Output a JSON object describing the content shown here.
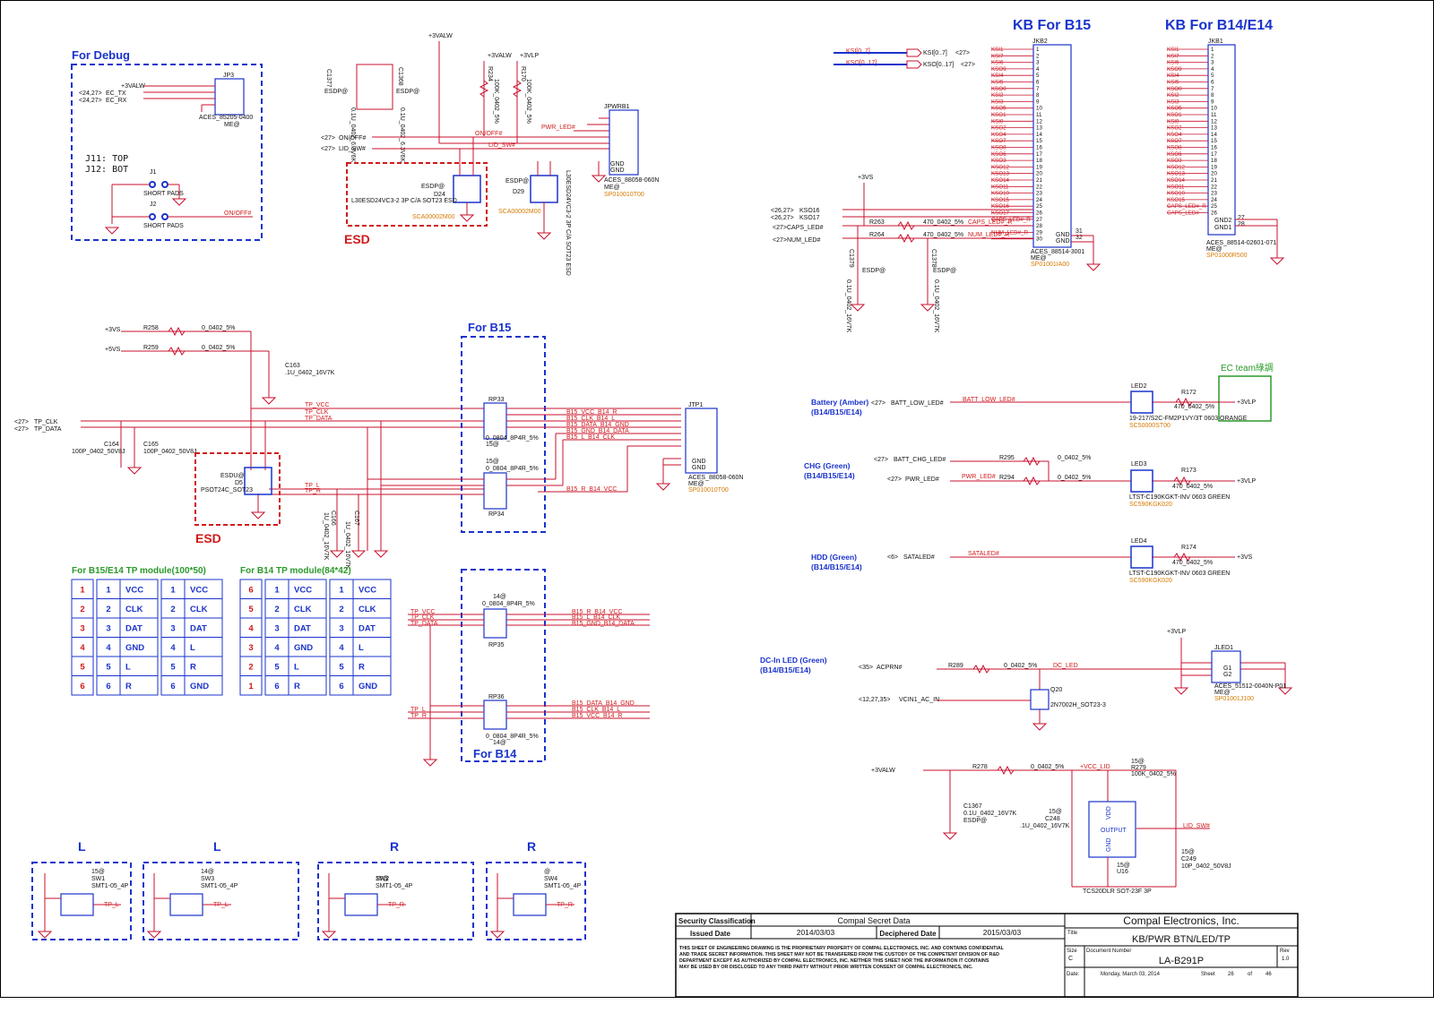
{
  "sections": {
    "debug": "For Debug",
    "kb_b15": "KB For B15",
    "kb_b14": "KB For B14/E14",
    "esd1": "ESD",
    "esd2": "ESD",
    "for_b15": "For B15",
    "for_b14": "For B14",
    "tp_b15_e14": "For B15/E14 TP module(100*50)",
    "tp_b14": "For B14 TP module(84*42)",
    "ec_team": "EC team綠調"
  },
  "debug": {
    "jp3": "JP3",
    "jp3_part": "ACES_85205-0400",
    "jp3_me": "ME@",
    "ec_tx": "EC_TX",
    "ec_rx": "EC_RX",
    "ref1": "<24,27>",
    "ref2": "<24,27>",
    "v3valw": "+3VALW",
    "note1": "J11: TOP",
    "note2": "J12: BOT",
    "j1": "J1",
    "j2": "J2",
    "short1": "SHORT PADS",
    "short2": "SHORT PADS",
    "onoff": "ON/OFF#"
  },
  "power": {
    "v3valw": "+3VALW",
    "v3valw2": "+3VALW",
    "v3vlp": "+3VLP",
    "c1377": "C1377",
    "c1368": "C1368",
    "esdp1": "ESDP@",
    "esdp2": "ESDP@",
    "cap_val1": "0.1U_0402_6.3V6K",
    "cap_val2": "0.1U_0402_6.3V6K",
    "r234": "R234",
    "r170": "R170",
    "r_val1": "100K_0402_5%",
    "r_val2": "100K_0402_5%",
    "onoff_ref": "<27>",
    "onoff": "ON/OFF#",
    "lidsw_ref": "<27>",
    "lidsw": "LID_SW#",
    "net_onoff": "ON/OFF#",
    "net_lidsw": "LID_SW#",
    "pwr_led": "PWR_LED#",
    "jpwrb1": "JPWRB1",
    "jpwrb1_part": "ACES_88058-060N",
    "jpwrb1_me": "ME@",
    "jpwrb1_sp": "SP010010T00",
    "gnd1": "GND",
    "gnd2": "GND",
    "d24_esdp": "ESDP@",
    "d24": "D24",
    "d24_part": "L30ESD24VC3-2 3P C/A SOT23 ESD",
    "d24_sca": "SCA00002M00",
    "d29_esdp": "ESDP@",
    "d29": "D29",
    "d29_sca": "SCA00002M00",
    "d29_part": "L30ESD24VC3-2 3P C/A SOT23 ESD"
  },
  "kb15": {
    "ksi_bus": "KSI[0..7]",
    "kso_bus": "KSO[0..17]",
    "ksi_lbl": "KSI[0..7]",
    "kso_lbl": "KSO[0..17]",
    "ref1": "<27>",
    "ref2": "<27>",
    "jkb2": "JKB2",
    "pins": [
      "KSI1",
      "KSI7",
      "KSI6",
      "KSO9",
      "KSI4",
      "KSI5",
      "KSO0",
      "KSI2",
      "KSI3",
      "KSO5",
      "KSO1",
      "KSI0",
      "KSO2",
      "KSO4",
      "KSO7",
      "KSO8",
      "KSO6",
      "KSO3",
      "KSO12",
      "KSO13",
      "KSO14",
      "KSO11",
      "KSO10",
      "KSO15",
      "KSO16",
      "KSO17",
      "CAPS_LED#_R",
      "",
      "NUM_LED#_R",
      ""
    ],
    "nums": [
      "1",
      "2",
      "3",
      "4",
      "5",
      "6",
      "7",
      "8",
      "9",
      "10",
      "11",
      "12",
      "13",
      "14",
      "15",
      "16",
      "17",
      "18",
      "19",
      "20",
      "21",
      "22",
      "23",
      "24",
      "25",
      "26",
      "27",
      "28",
      "29",
      "30"
    ],
    "gnd1": "GND",
    "gnd2": "GND",
    "p31": "31",
    "p32": "32",
    "part": "ACES_88514-3001",
    "me": "ME@",
    "sp": "SP01001IA00",
    "v3vs": "+3VS",
    "kso16_ref": "<26,27>",
    "kso16": "KSO16",
    "kso17_ref": "<26,27>",
    "kso17": "KSO17",
    "caps_ref": "<27>",
    "caps": "CAPS_LED#",
    "num_ref": "<27>",
    "num": "NUM_LED#",
    "r263": "R263",
    "r264": "R264",
    "r263_val": "470_0402_5%",
    "r264_val": "470_0402_5%",
    "net_caps": "CAPS_LED#_R",
    "net_num": "NUM_LED#_R",
    "c1379": "C1379",
    "c1378": "C1378",
    "c_esdp1": "ESDP@",
    "c_esdp2": "ESDP@",
    "c_val1": "0.1U_0402_16V7K",
    "c_val2": "0.1U_0402_16V7K"
  },
  "kb14": {
    "jkb1": "JKB1",
    "pins": [
      "KSI1",
      "KSI7",
      "KSI6",
      "KSO9",
      "KSI4",
      "KSI5",
      "KSO0",
      "KSI2",
      "KSI3",
      "KSO5",
      "KSO1",
      "KSI0",
      "KSO2",
      "KSO4",
      "KSO7",
      "KSO8",
      "KSO6",
      "KSO3",
      "KSO12",
      "KSO13",
      "KSO14",
      "KSO11",
      "KSO10",
      "KSO15",
      "CAPS_LED#_R",
      "CAPS_LED#"
    ],
    "nums": [
      "1",
      "2",
      "3",
      "4",
      "5",
      "6",
      "7",
      "8",
      "9",
      "10",
      "11",
      "12",
      "13",
      "14",
      "15",
      "16",
      "17",
      "18",
      "19",
      "20",
      "21",
      "22",
      "23",
      "24",
      "25",
      "26"
    ],
    "gnd1": "GND2",
    "gnd2": "GND1",
    "p27": "27",
    "p28": "28",
    "part": "ACES_88514-02601-071",
    "me": "ME@",
    "sp": "SP01000R500"
  },
  "tp": {
    "v3vs1": "+3VS",
    "v3vs2": "+5VS",
    "r258": "R258",
    "r259": "R259",
    "r258_val": "0_0402_5%",
    "r259_val": "0_0402_5%",
    "c163": "C163",
    "c163_val": ".1U_0402_16V7K",
    "tpclk_ref": "<27>",
    "tpclk": "TP_CLK",
    "tpdata_ref": "<27>",
    "tpdata": "TP_DATA",
    "c164": "C164",
    "c164_val": "100P_0402_50V8J",
    "c165": "C165",
    "c165_val": "100P_0402_50V8J",
    "net_vcc": "TP_VCC",
    "net_clk": "TP_CLK",
    "net_data": "TP_DATA",
    "net_l": "TP_L",
    "net_r": "TP_R",
    "esdu": "ESDU@",
    "d5": "D5",
    "d5_part": "PSOT24C_SOT23",
    "c166": "C166",
    "c167": "C167",
    "c166_val": "1U_0402_16V7K",
    "c167_val": "1U_0402_16V7K",
    "rp33": "RP33",
    "rp33_val": "0_0804_8P4R_5%",
    "rp33_t": "15@",
    "rp34_t": "15@",
    "rp34_val": "0_0804_8P4R_5%",
    "rp34": "RP34",
    "b15_vcc": "B15_VCC_B14_R",
    "b15_clk": "B15_CLK_B14_L",
    "b15_data": "B15_DATA_B14_GND",
    "b15_gnd": "B15_GND_B14_DATA",
    "b15_l": "B15_L_B14_CLK",
    "b15_r": "B15_R_B14_VCC",
    "jtp1": "JTP1",
    "jtp1_gnd1": "GND",
    "jtp1_gnd2": "GND",
    "jtp1_part": "ACES_88058-060N",
    "jtp1_me": "ME@",
    "jtp1_sp": "SP010010T00",
    "rp35_t": "14@",
    "rp35_val": "0_0804_8P4R_5%",
    "rp35": "RP35",
    "b14_vcc": "TP_VCC",
    "b14_clk": "TP_CLK",
    "b14_data": "TP_DATA",
    "b14_o1": "B15_R_B14_VCC",
    "b14_o2": "B15_L_B14_CLK",
    "b14_o3": "B15_GND_B14_DATA",
    "rp36": "RP36",
    "rp36_val": "0_0804_8P4R_5%",
    "rp36_t": "14@",
    "b14_l": "TP_L",
    "b14_r": "TP_R",
    "b14_o4": "B15_DATA_B14_GND",
    "b14_o5": "B15_CLK_B14_L",
    "b14_o6": "B15_VCC_B14_R"
  },
  "table1": [
    [
      "1",
      "1",
      "VCC",
      "1",
      "VCC"
    ],
    [
      "2",
      "2",
      "CLK",
      "2",
      "CLK"
    ],
    [
      "3",
      "3",
      "DAT",
      "3",
      "DAT"
    ],
    [
      "4",
      "4",
      "GND",
      "4",
      "L"
    ],
    [
      "5",
      "5",
      "L",
      "5",
      "R"
    ],
    [
      "6",
      "6",
      "R",
      "6",
      "GND"
    ]
  ],
  "table2": [
    [
      "6",
      "1",
      "VCC",
      "1",
      "VCC"
    ],
    [
      "5",
      "2",
      "CLK",
      "2",
      "CLK"
    ],
    [
      "4",
      "3",
      "DAT",
      "3",
      "DAT"
    ],
    [
      "3",
      "4",
      "GND",
      "4",
      "L"
    ],
    [
      "2",
      "5",
      "L",
      "5",
      "R"
    ],
    [
      "1",
      "6",
      "R",
      "6",
      "GND"
    ]
  ],
  "leds": {
    "batt_title": "Battery (Amber)",
    "batt_sub": "(B14/B15/E14)",
    "batt_ref": "<27>",
    "batt_sig": "BATT_LOW_LED#",
    "batt_net": "BATT_LOW_LED#",
    "led2": "LED2",
    "r172": "R172",
    "r172_val": "470_0402_5%",
    "v3vlp1": "+3VLP",
    "led2_part": "19-217/S2C-FM2P1VY/3T 0603 ORANGE",
    "led2_sp": "SC50000ST00",
    "chg_title": "CHG (Green)",
    "chg_sub": "(B14/B15/E14)",
    "chg_ref": "<27>",
    "chg_sig": "BATT_CHG_LED#",
    "pwr_ref": "<27>",
    "pwr_sig": "PWR_LED#",
    "pwr_net": "PWR_LED#",
    "r295": "R295",
    "r294": "R294",
    "r295_val": "0_0402_5%",
    "r294_val": "0_0402_5%",
    "led3": "LED3",
    "r173": "R173",
    "r173_val": "470_0402_5%",
    "v3vlp2": "+3VLP",
    "led3_part": "LTST-C190KGKT-INV 0603 GREEN",
    "led3_sp": "SC590KGK020",
    "hdd_title": "HDD (Green)",
    "hdd_sub": "(B14/B15/E14)",
    "hdd_ref": "<6>",
    "hdd_sig": "SATALED#",
    "hdd_net": "SATALED#",
    "led4": "LED4",
    "r174": "R174",
    "r174_val": "470_0402_5%",
    "v3vs": "+3VS",
    "led4_part": "LTST-C190KGKT-INV 0603 GREEN",
    "led4_sp": "SC590KGK020",
    "dc_title": "DC-In LED (Green)",
    "dc_sub": "(B14/B15/E14)",
    "dc_ref": "<35>",
    "dc_sig": "ACPRN#",
    "r289": "R289",
    "r289_val": "0_0402_5%",
    "dc_net": "DC_LED",
    "v3vlp3": "+3VLP",
    "jled1": "JLED1",
    "jled1_part": "ACES_51512-0040N-P01",
    "jled1_me": "ME@",
    "jled1_sp": "SP01001J100",
    "g1": "G1",
    "g2": "G2",
    "vcin_ref": "<12,27,35>",
    "vcin_sig": "VCIN1_AC_IN",
    "q20": "Q20",
    "q20_part": "2N7002H_SOT23-3"
  },
  "lid": {
    "v3valw": "+3VALW",
    "r278": "R278",
    "r278_val": "0_0402_5%",
    "vcc_lid": "+VCC_LID",
    "r279_t": "15@",
    "r279": "R279",
    "r279_val": "100K_0402_5%",
    "c1367": "C1367",
    "c1367_val": "0.1U_0402_16V7K",
    "c1367_esdp": "ESDP@",
    "c248_t": "15@",
    "c248": "C248",
    "c248_val": ".1U_0402_16V7K",
    "vdd": "VDD",
    "output": "OUTPUT",
    "gnd": "GND",
    "u16_t": "15@",
    "u16": "U16",
    "u16_part": "TCS20DLR SOT-23F 3P",
    "lid_net": "LID_SW#",
    "c249_t": "15@",
    "c249": "C249",
    "c249_val": "10P_0402_50V8J"
  },
  "buttons": {
    "L1": "L",
    "L2": "L",
    "R1": "R",
    "R2": "R",
    "sw1_t": "15@",
    "sw1": "SW1",
    "sw1_p": "SMT1-05_4P",
    "sw3_t": "14@",
    "sw3": "SW3",
    "sw3_p": "SMT1-05_4P",
    "sw2_t": "15@",
    "sw2": "SW2",
    "sw2_p": "SMT1-05_4P",
    "sw4_t": "@",
    "sw4": "SW4",
    "sw4_p": "SMT1-05_4P",
    "tpl1": "TP_L",
    "tpl2": "TP_L",
    "tpr1": "TP_R",
    "tpr2": "TP_R"
  },
  "titleblock": {
    "sec_class": "Security Classification",
    "sec_val": "Compal Secret Data",
    "company": "Compal Electronics, Inc.",
    "issued": "Issued Date",
    "issued_val": "2014/03/03",
    "deciph": "Deciphered Date",
    "deciph_val": "2015/03/03",
    "title_lbl": "Title",
    "title_val": "KB/PWR BTN/LED/TP",
    "disclaimer1": "THIS SHEET OF ENGINEERING DRAWING IS THE PROPRIETARY PROPERTY OF COMPAL ELECTRONICS, INC. AND CONTAINS CONFIDENTIAL",
    "disclaimer2": "AND TRADE SECRET INFORMATION. THIS SHEET MAY NOT BE TRANSFERED FROM THE CUSTODY OF THE COMPETENT DIVISION OF R&D",
    "disclaimer3": "DEPARTMENT EXCEPT AS AUTHORIZED BY COMPAL ELECTRONICS, INC. NEITHER THIS SHEET NOR THE INFORMATION IT CONTAINS",
    "disclaimer4": "MAY BE USED BY OR DISCLOSED TO ANY THIRD PARTY WITHOUT PRIOR WRITTEN CONSENT OF COMPAL ELECTRONICS, INC.",
    "size_lbl": "Size",
    "size_val": "C",
    "docnum_lbl": "Document Number",
    "docnum_val": "LA-B291P",
    "rev_lbl": "Rev",
    "rev_val": "1.0",
    "date_lbl": "Date:",
    "date_val": "Monday, March 03, 2014",
    "sheet_lbl": "Sheet",
    "sheet_val": "26",
    "of_lbl": "of",
    "of_val": "46"
  }
}
